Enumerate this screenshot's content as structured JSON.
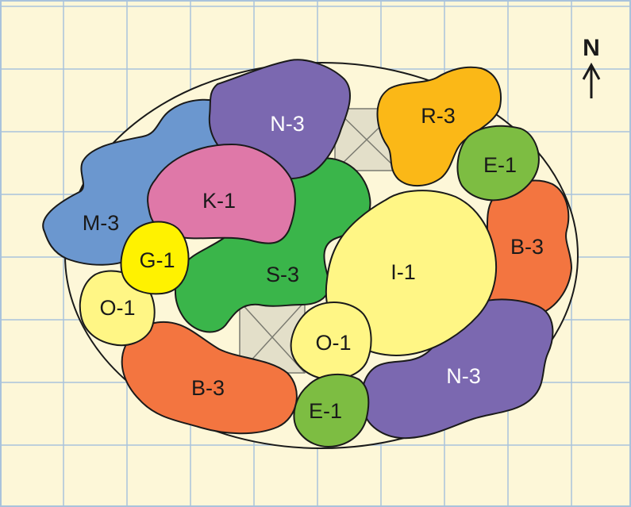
{
  "diagram": {
    "north_label": "N",
    "background_color": "#fdf7d8",
    "grid_color": "#a9c3dc",
    "zones": [
      {
        "id": "n3-top",
        "label": "N-3",
        "color": "#7b68b0",
        "light": true
      },
      {
        "id": "m3",
        "label": "M-3",
        "color": "#6b97cf",
        "light": false
      },
      {
        "id": "k1",
        "label": "K-1",
        "color": "#df78a8",
        "light": false
      },
      {
        "id": "s3",
        "label": "S-3",
        "color": "#3ab54a",
        "light": false
      },
      {
        "id": "g1",
        "label": "G-1",
        "color": "#fff200",
        "light": false
      },
      {
        "id": "o1-left",
        "label": "O-1",
        "color": "#fff685",
        "light": false
      },
      {
        "id": "r3",
        "label": "R-3",
        "color": "#fbb817",
        "light": false
      },
      {
        "id": "e1-right",
        "label": "E-1",
        "color": "#7dbd42",
        "light": false
      },
      {
        "id": "b3-right",
        "label": "B-3",
        "color": "#f37540",
        "light": false
      },
      {
        "id": "i1",
        "label": "I-1",
        "color": "#fff685",
        "light": false
      },
      {
        "id": "o1-center",
        "label": "O-1",
        "color": "#fff685",
        "light": false
      },
      {
        "id": "n3-bottom",
        "label": "N-3",
        "color": "#7b68b0",
        "light": true
      },
      {
        "id": "b3-left",
        "label": "B-3",
        "color": "#f37540",
        "light": false
      },
      {
        "id": "e1-bottom",
        "label": "E-1",
        "color": "#7dbd42",
        "light": false
      }
    ]
  }
}
